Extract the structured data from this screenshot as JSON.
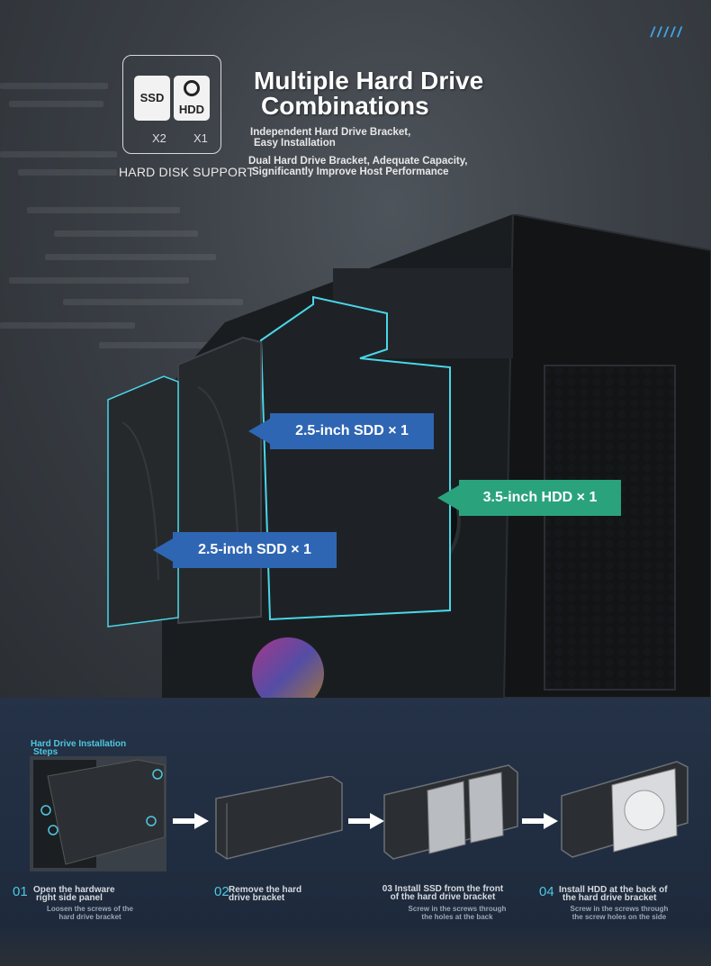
{
  "header": {
    "decor_slashes": "/////",
    "headline_line1": "Multiple Hard Drive",
    "headline_line2": "Combinations",
    "feature1_line1": "Independent Hard Drive Bracket,",
    "feature1_line2": "Easy Installation",
    "feature2_line1": "Dual Hard Drive Bracket, Adequate Capacity,",
    "feature2_line2": "Significantly Improve Host Performance"
  },
  "badge": {
    "ssd_label": "SSD",
    "hdd_label": "HDD",
    "ssd_count": "X2",
    "hdd_count": "X1",
    "caption": "HARD DISK SUPPORT"
  },
  "callouts": [
    {
      "label": "2.5-inch SDD × 1",
      "color": "#2f66b3"
    },
    {
      "label": "3.5-inch HDD × 1",
      "color": "#2aa37c"
    },
    {
      "label": "2.5-inch SDD × 1",
      "color": "#2f66b3"
    }
  ],
  "steps_section": {
    "title_line1": "Hard Drive Installation",
    "title_line2": "Steps",
    "steps": [
      {
        "num": "01",
        "title_line1": "Open the hardware",
        "title_line2": "right side panel",
        "note_line1": "Loosen the screws of the",
        "note_line2": "hard drive bracket"
      },
      {
        "num": "02",
        "title_line1": "Remove the hard",
        "title_line2": "drive bracket"
      },
      {
        "num": "03",
        "title_line1": "03 Install SSD from the front",
        "title_line2": "of the hard drive bracket",
        "note_line1": "Screw in the screws through",
        "note_line2": "the holes at the back"
      },
      {
        "num": "04",
        "title_line1": "Install HDD at the back of",
        "title_line2": "the hard drive bracket",
        "note_line1": "Screw in the screws through",
        "note_line2": "the screw holes on the side"
      }
    ]
  },
  "colors": {
    "accent_cyan": "#4ec8e0",
    "blue_callout": "#2f66b3",
    "green_callout": "#2aa37c"
  }
}
